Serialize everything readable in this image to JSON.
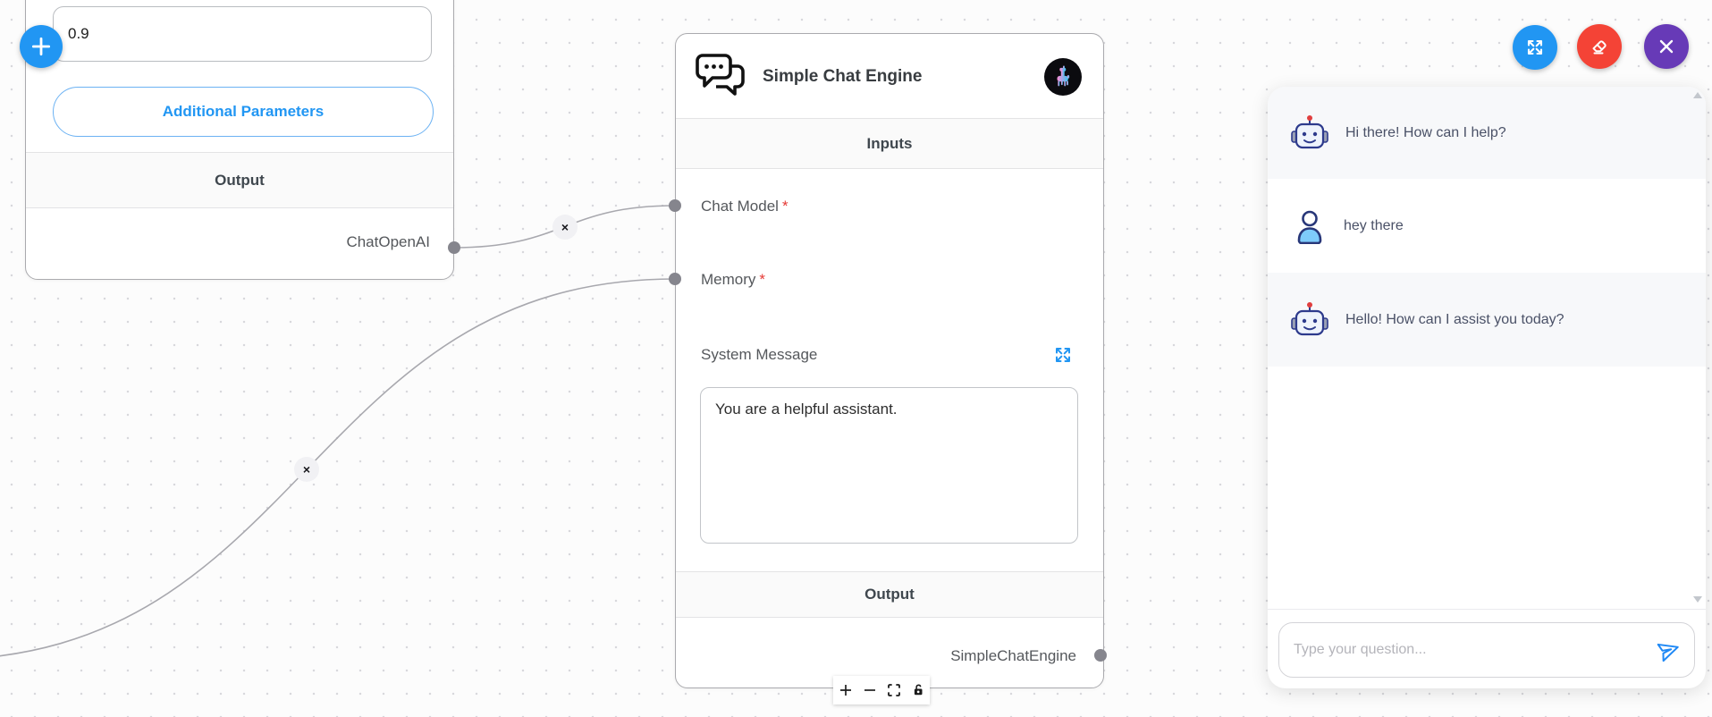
{
  "canvas": {
    "add_node_button_label": "+",
    "edge_delete_label": "×",
    "left_node": {
      "param_value": "0.9",
      "additional_parameters_label": "Additional Parameters",
      "output_header": "Output",
      "output_anchor": "ChatOpenAI"
    },
    "engine_node": {
      "title": "Simple Chat Engine",
      "inputs_header": "Inputs",
      "required_marker": "*",
      "chat_model_label": "Chat Model",
      "memory_label": "Memory",
      "system_message_label": "System Message",
      "system_message_value": "You are a helpful assistant.",
      "output_header": "Output",
      "output_anchor": "SimpleChatEngine"
    },
    "zoom_controls_icons": [
      "zoom-in",
      "zoom-out",
      "fit-view",
      "lock"
    ]
  },
  "header_actions": {
    "expand_icon": "expand-arrows",
    "clear_icon": "eraser",
    "close_icon": "close-x"
  },
  "chat": {
    "messages": [
      {
        "role": "bot",
        "text": "Hi there! How can I help?"
      },
      {
        "role": "user",
        "text": "hey there"
      },
      {
        "role": "bot",
        "text": "Hello! How can I assist you today?"
      }
    ],
    "input_placeholder": "Type your question...",
    "send_icon": "paper-plane"
  },
  "colors": {
    "accent_blue": "#2196f3",
    "danger_red": "#f44336",
    "close_purple": "#673ab7",
    "edge_gray": "#a8a8ae"
  }
}
